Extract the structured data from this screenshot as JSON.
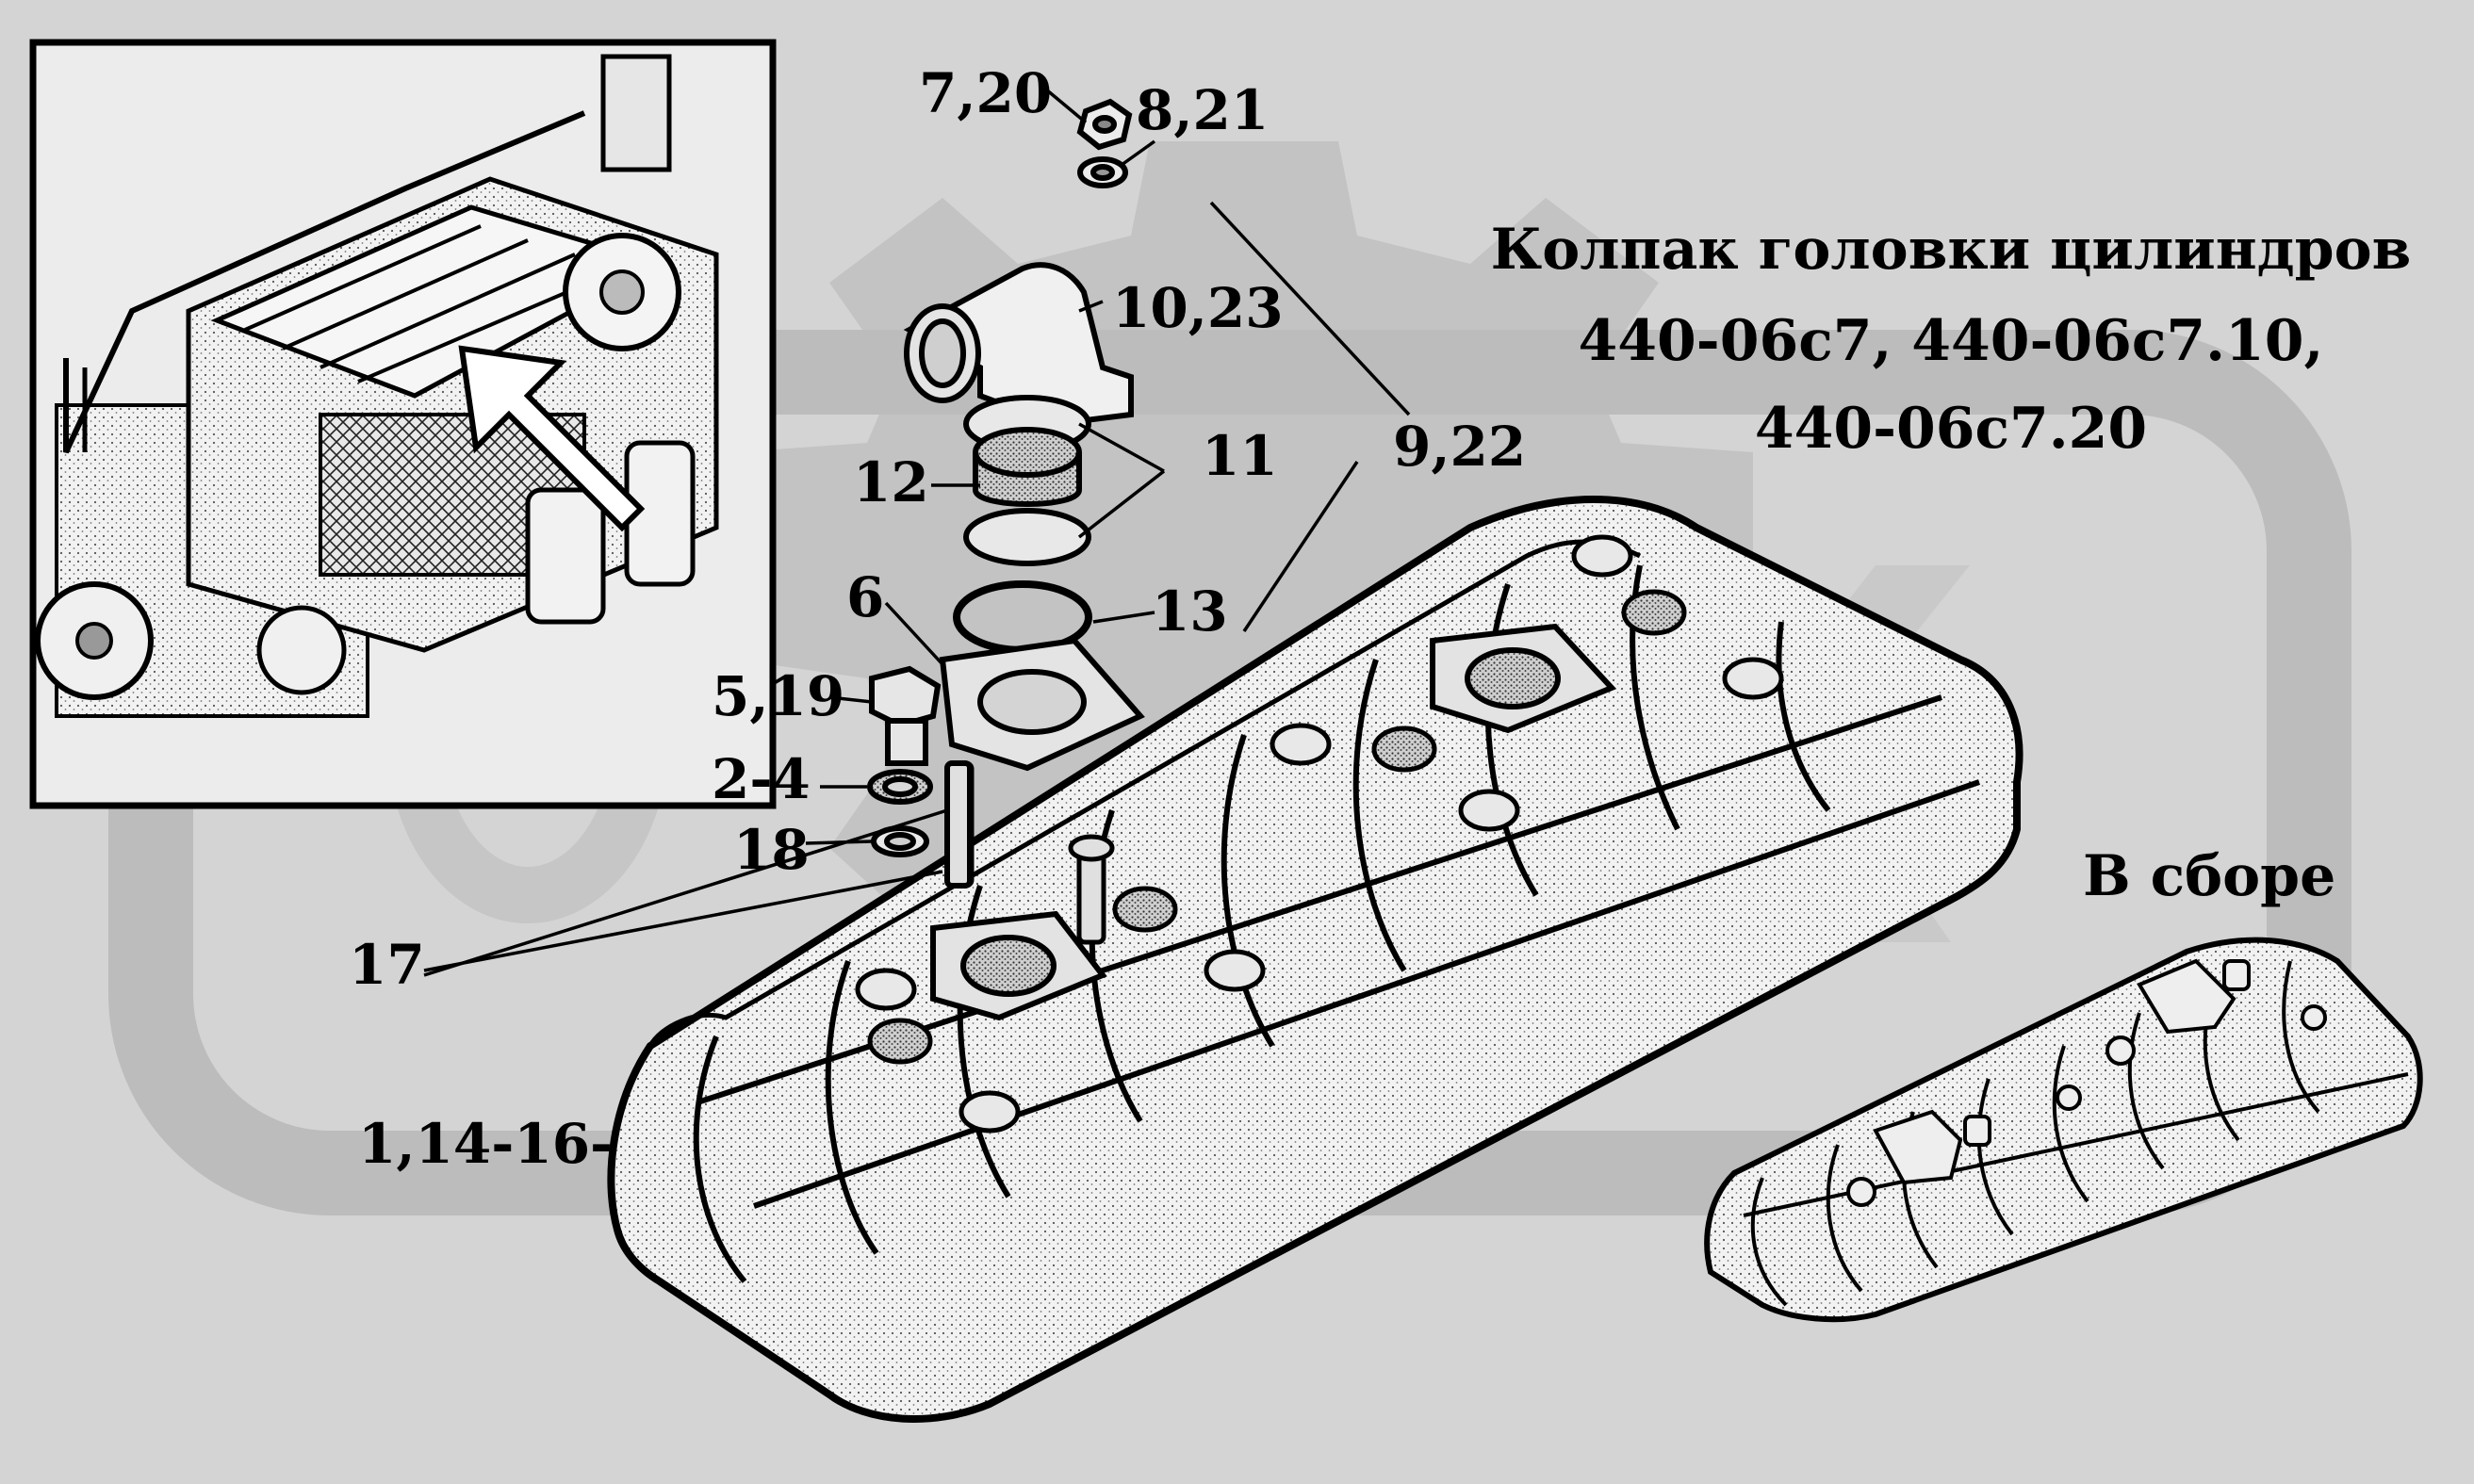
{
  "title": {
    "line1": "Колпак головки цилиндров",
    "line2": "440-06с7, 440-06с7.10,",
    "line3": "440-06с7.20"
  },
  "assembled_label": "В сборе",
  "callouts": {
    "c_7_20": "7,20",
    "c_8_21": "8,21",
    "c_10_23": "10,23",
    "c_9_22": "9,22",
    "c_11": "11",
    "c_12": "12",
    "c_6": "6",
    "c_13": "13",
    "c_5_19": "5,19",
    "c_2_4": "2-4",
    "c_18": "18",
    "c_17": "17",
    "c_1_14_16": "1,14-16-"
  },
  "colors": {
    "background": "#d4d4d4",
    "watermark": "#bdbdbd",
    "part_fill": "#eeeeee",
    "outline": "#000000"
  }
}
